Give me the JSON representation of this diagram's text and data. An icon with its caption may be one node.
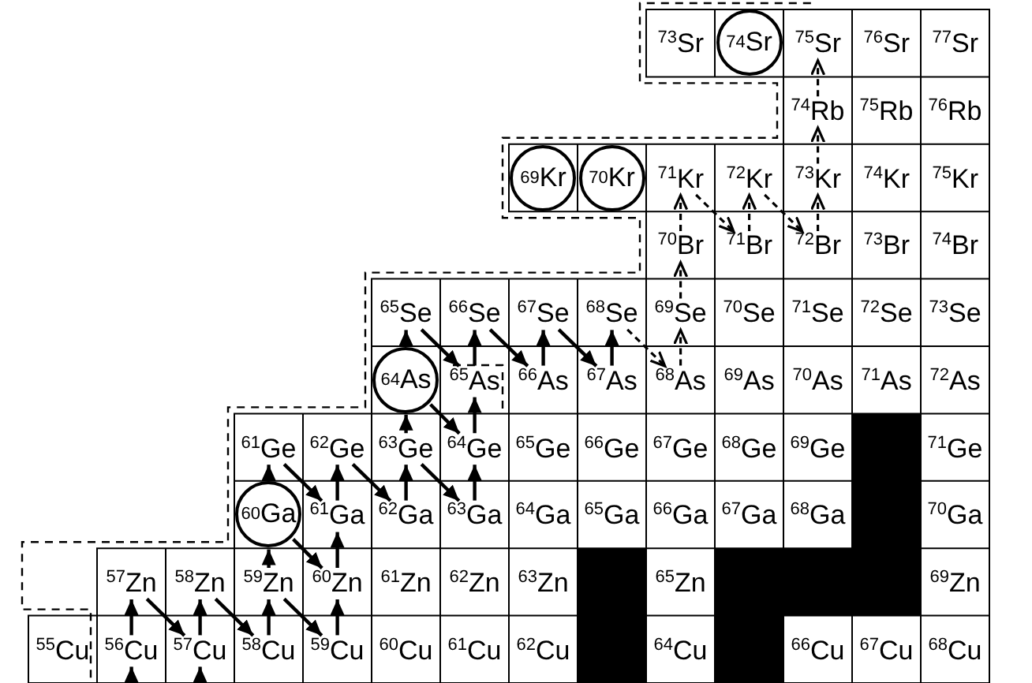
{
  "diagram": {
    "nodes": [
      {
        "text": [
          "$^{73}$Sr"
        ]
      },
      {
        "text": [
          "$^{74}$Sr"
        ]
      },
      {
        "text": [
          "$^{75}$Sr"
        ]
      },
      {
        "text": [
          "$^{76}$Sr"
        ]
      },
      {
        "text": [
          "$^{77}$Sr"
        ]
      },
      {
        "text": [
          "$^{74}$Rb"
        ]
      },
      {
        "text": [
          "$^{75}$Rb"
        ]
      },
      {
        "text": [
          "$^{76}$Rb"
        ]
      },
      {
        "text": [
          "$^{69}$Kr"
        ]
      },
      {
        "text": [
          "$^{70}$Kr"
        ]
      },
      {
        "text": [
          "$^{71}$Kr"
        ]
      },
      {
        "text": [
          "$^{72}$Kr"
        ]
      },
      {
        "text": [
          "$^{73}$Kr"
        ]
      },
      {
        "text": [
          "$^{74}$Kr"
        ]
      },
      {
        "text": [
          "$^{75}$Kr"
        ]
      },
      {
        "text": [
          "$^{70}$Br"
        ]
      },
      {
        "text": [
          "$^{71}$Br"
        ]
      },
      {
        "text": [
          "$^{72}$Br"
        ]
      },
      {
        "text": [
          "$^{73}$Br"
        ]
      },
      {
        "text": [
          "$^{74}$Br"
        ]
      },
      {
        "text": [
          "$^{65}$Se"
        ]
      },
      {
        "text": [
          "$^{66}$Se"
        ]
      },
      {
        "text": [
          "$^{67}$Se"
        ]
      },
      {
        "text": [
          "$^{68}$Se"
        ]
      },
      {
        "text": [
          "$^{69}$Se"
        ]
      },
      {
        "text": [
          "$^{70}$Se"
        ]
      },
      {
        "text": [
          "$^{71}$Se"
        ]
      },
      {
        "text": [
          "$^{72}$Se"
        ]
      },
      {
        "text": [
          "$^{73}$Se"
        ]
      },
      {
        "text": [
          "$^{64}$As"
        ]
      },
      {
        "text": [
          "$^{65}$As"
        ]
      },
      {
        "text": [
          "$^{66}$As"
        ]
      },
      {
        "text": [
          "$^{67}$As"
        ]
      },
      {
        "text": [
          "$^{68}$As"
        ]
      },
      {
        "text": [
          "$^{69}$As"
        ]
      },
      {
        "text": [
          "$^{70}$As"
        ]
      },
      {
        "text": [
          "$^{71}$As"
        ]
      },
      {
        "text": [
          "$^{72}$As"
        ]
      },
      {
        "text": [
          "$^{61}$Ge"
        ]
      },
      {
        "text": [
          "$^{62}$Ge"
        ]
      },
      {
        "text": [
          "$^{63}$Ge"
        ]
      },
      {
        "text": [
          "$^{64}$Ge"
        ]
      },
      {
        "text": [
          "$^{65}$Ge"
        ]
      },
      {
        "text": [
          "$^{66}$Ge"
        ]
      },
      {
        "text": [
          "$^{67}$Ge"
        ]
      },
      {
        "text": [
          "$^{68}$Ge"
        ]
      },
      {
        "text": [
          "$^{69}$Ge"
        ]
      },
      {
        "text": [],
        "shape": "box"
      },
      {
        "text": [
          "$^{71}$Ge"
        ]
      },
      {
        "text": [
          "$^{60}$Ga"
        ]
      },
      {
        "text": [
          "$^{61}$Ga"
        ]
      },
      {
        "text": [
          "$^{62}$Ga"
        ]
      },
      {
        "text": [
          "$^{63}$Ga"
        ]
      },
      {
        "text": [
          "$^{64}$Ga"
        ]
      },
      {
        "text": [
          "$^{65}$Ga"
        ]
      },
      {
        "text": [
          "$^{66}$Ga"
        ]
      },
      {
        "text": [
          "$^{67}$Ga"
        ]
      },
      {
        "text": [
          "$^{68}$Ga"
        ]
      },
      {
        "text": [],
        "shape": "box"
      },
      {
        "text": [
          "$^{70}$Ga"
        ]
      },
      {
        "text": [
          "$^{57}$Zn"
        ]
      },
      {
        "text": [
          "$^{58}$Zn"
        ]
      },
      {
        "text": [
          "$^{59}$Zn"
        ]
      },
      {
        "text": [
          "$^{60}$Zn"
        ]
      },
      {
        "text": [
          "$^{61}$Zn"
        ]
      },
      {
        "text": [
          "$^{62}$Zn"
        ]
      },
      {
        "text": [
          "$^{63}$Zn"
        ]
      },
      {
        "text": [],
        "shape": "box"
      },
      {
        "text": [
          "$^{65}$Zn"
        ]
      },
      {
        "text": [],
        "shape": "box"
      },
      {
        "text": [],
        "shape": "box"
      },
      {
        "text": [],
        "shape": "box"
      },
      {
        "text": [
          "$^{69}$Zn"
        ]
      },
      {
        "text": [
          "$^{55}$Cu"
        ]
      },
      {
        "text": [
          "$^{56}$Cu"
        ]
      },
      {
        "text": [
          "$^{57}$Cu"
        ]
      },
      {
        "text": [
          "$^{58}$Cu"
        ]
      },
      {
        "text": [
          "$^{59}$Cu"
        ]
      },
      {
        "text": [
          "$^{60}$Cu"
        ]
      },
      {
        "text": [
          "$^{61}$Cu"
        ]
      },
      {
        "text": [
          "$^{62}$Cu"
        ]
      },
      {
        "text": [],
        "shape": "box"
      },
      {
        "text": [
          "$^{64}$Cu"
        ]
      },
      {
        "text": [],
        "shape": "box"
      },
      {
        "text": [
          "$^{66}$Cu"
        ]
      },
      {
        "text": [
          "$^{67}$Cu"
        ]
      },
      {
        "text": [
          "$^{68}$Cu"
        ]
      }
    ],
    "edges": [
      {
        "from": null,
        "to": 74,
        "arrow": "to"
      },
      {
        "from": null,
        "to": 75,
        "arrow": "to"
      },
      {
        "from": 74,
        "to": 60,
        "arrow": "to"
      },
      {
        "from": 60,
        "to": 75,
        "arrow": "to"
      },
      {
        "from": 75,
        "to": 61,
        "arrow": "to"
      },
      {
        "from": 61,
        "to": 76,
        "arrow": "to"
      },
      {
        "from": 76,
        "to": 62,
        "arrow": "to"
      },
      {
        "from": 62,
        "to": 77,
        "arrow": "to"
      },
      {
        "from": 77,
        "to": 63,
        "arrow": "to"
      },
      {
        "from": 62,
        "to": 49,
        "arrow": "to"
      },
      {
        "from": 49,
        "to": 63,
        "arrow": "to"
      },
      {
        "from": 63,
        "to": 50,
        "arrow": "to"
      },
      {
        "from": 49,
        "to": 38,
        "arrow": "to"
      },
      {
        "from": 38,
        "to": 50,
        "arrow": "to"
      },
      {
        "from": 50,
        "to": 39,
        "arrow": "to"
      },
      {
        "from": 39,
        "to": 51,
        "arrow": "to"
      },
      {
        "from": 51,
        "to": 40,
        "arrow": "to"
      },
      {
        "from": 40,
        "to": 52,
        "arrow": "to"
      },
      {
        "from": 52,
        "to": 41,
        "arrow": "to"
      },
      {
        "from": 40,
        "to": 29,
        "arrow": "to"
      },
      {
        "from": 29,
        "to": 41,
        "arrow": "to"
      },
      {
        "from": 41,
        "to": 30,
        "arrow": "to"
      },
      {
        "from": 29,
        "to": 20,
        "arrow": "to"
      },
      {
        "from": 20,
        "to": 30,
        "arrow": "to"
      },
      {
        "from": 30,
        "to": 21,
        "arrow": "to"
      },
      {
        "from": 21,
        "to": 31,
        "arrow": "to"
      },
      {
        "from": 31,
        "to": 22,
        "arrow": "to"
      },
      {
        "from": 22,
        "to": 32,
        "arrow": "to"
      },
      {
        "from": 32,
        "to": 23,
        "arrow": "to"
      },
      {
        "from": 23,
        "to": 33,
        "arrow": "to",
        "style": "dashed"
      },
      {
        "from": 33,
        "to": 24,
        "arrow": "to",
        "style": "dashed"
      },
      {
        "from": 24,
        "to": 15,
        "arrow": "to",
        "style": "dashed"
      },
      {
        "from": 15,
        "to": 10,
        "arrow": "to",
        "style": "dashed"
      },
      {
        "from": 10,
        "to": 16,
        "arrow": "to",
        "style": "dashed"
      },
      {
        "from": 16,
        "to": 11,
        "arrow": "to",
        "style": "dashed"
      },
      {
        "from": 11,
        "to": 17,
        "arrow": "to",
        "style": "dashed"
      },
      {
        "from": 17,
        "to": 12,
        "arrow": "to",
        "style": "dashed"
      },
      {
        "from": 12,
        "to": 5,
        "arrow": "to",
        "style": "dashed"
      },
      {
        "from": 5,
        "to": 2,
        "arrow": "to",
        "style": "dashed"
      }
    ]
  }
}
